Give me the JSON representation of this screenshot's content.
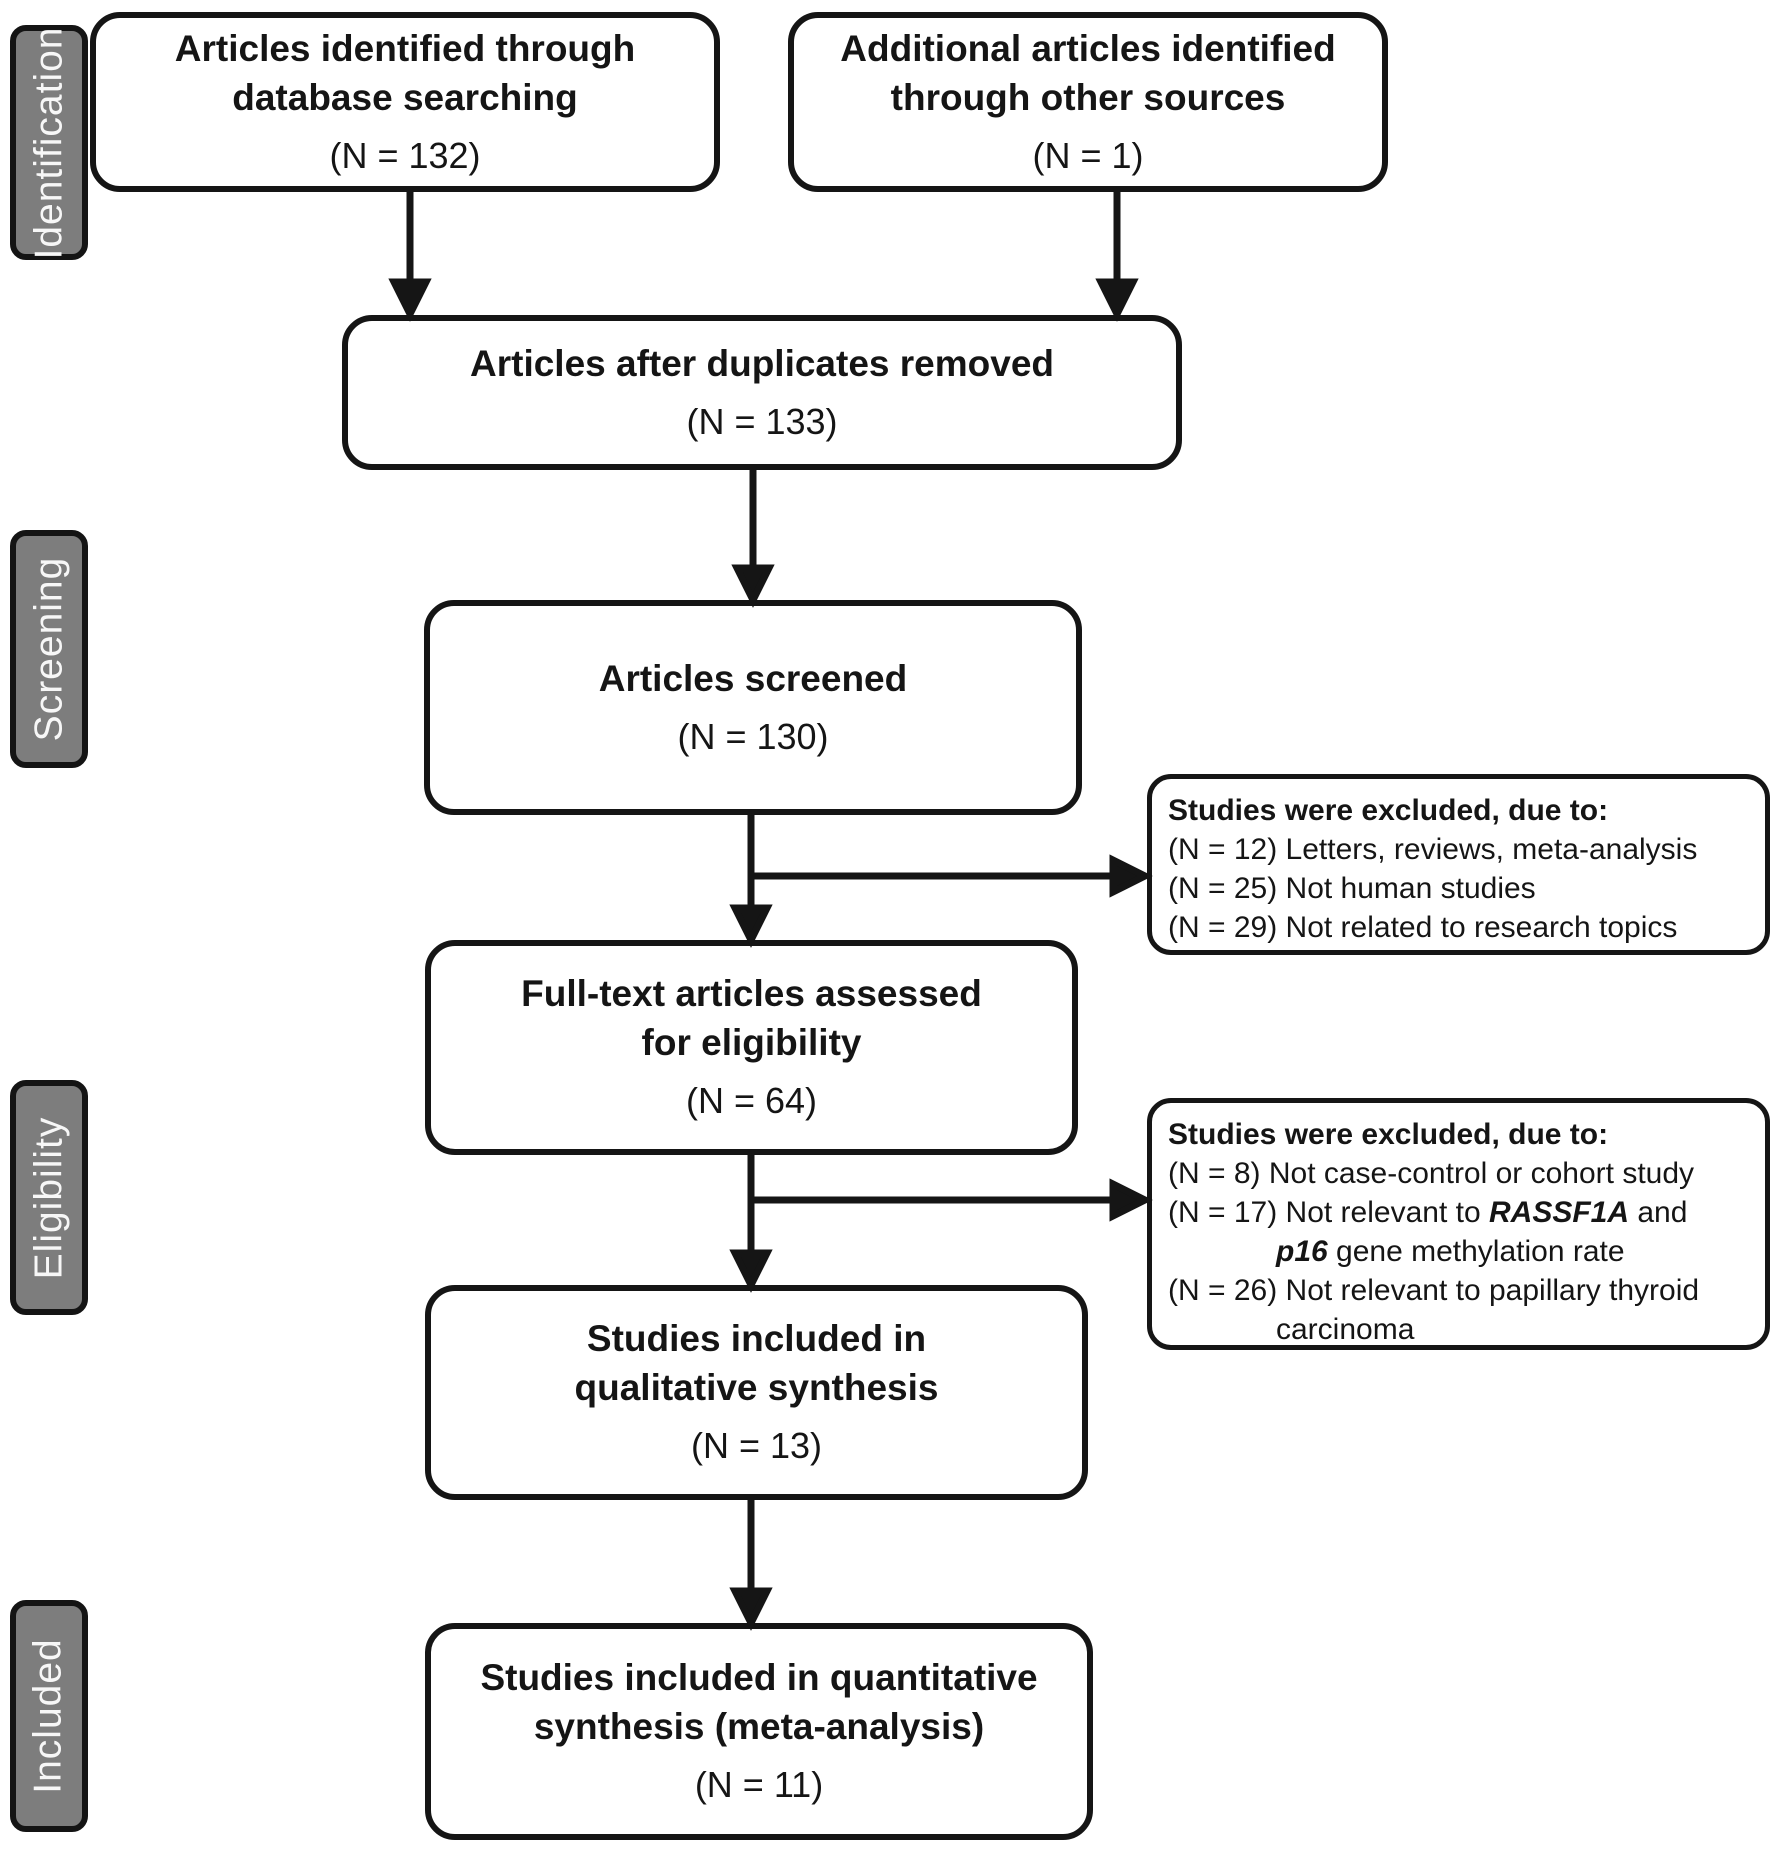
{
  "stages": [
    {
      "id": "identification",
      "label": "Identification"
    },
    {
      "id": "screening",
      "label": "Screening"
    },
    {
      "id": "eligibility",
      "label": "Eligibility"
    },
    {
      "id": "included",
      "label": "Included"
    }
  ],
  "flow_boxes": [
    {
      "id": "identified-database",
      "lines": [
        "Articles identified through",
        "database searching"
      ],
      "n": "(N = 132)"
    },
    {
      "id": "identified-other",
      "lines": [
        "Additional articles identified",
        "through other sources"
      ],
      "n": "(N = 1)"
    },
    {
      "id": "duplicates-removed",
      "lines": [
        "Articles after duplicates removed"
      ],
      "n": "(N = 133)"
    },
    {
      "id": "screened",
      "lines": [
        "Articles screened"
      ],
      "n": "(N = 130)"
    },
    {
      "id": "fulltext-assessed",
      "lines": [
        "Full-text articles assessed",
        "for eligibility"
      ],
      "n": "(N = 64)"
    },
    {
      "id": "qualitative",
      "lines": [
        "Studies included in",
        "qualitative synthesis"
      ],
      "n": "(N = 13)"
    },
    {
      "id": "quantitative",
      "lines": [
        "Studies included in quantitative",
        "synthesis (meta-analysis)"
      ],
      "n": "(N = 11)"
    }
  ],
  "exclusions": {
    "screening": {
      "title": "Studies were excluded, due to:",
      "items": [
        "(N = 12) Letters, reviews, meta-analysis",
        "(N = 25) Not human studies",
        "(N = 29) Not related to research topics"
      ]
    },
    "eligibility": {
      "title": "Studies were excluded, due to:",
      "item1": "(N = 8) Not case-control or cohort study",
      "item2_pre": "(N = 17) Not relevant to ",
      "item2_gene": "RASSF1A",
      "item2_post": " and",
      "item3_gene": "p16",
      "item3_post": " gene methylation rate",
      "item4": "(N = 26) Not relevant to papillary thyroid",
      "item5": "carcinoma"
    }
  },
  "colors": {
    "stage_bg": "#7d7d7d",
    "stage_text": "#f7f7f7",
    "line_and_border": "#151515",
    "box_bg": "#ffffff"
  }
}
